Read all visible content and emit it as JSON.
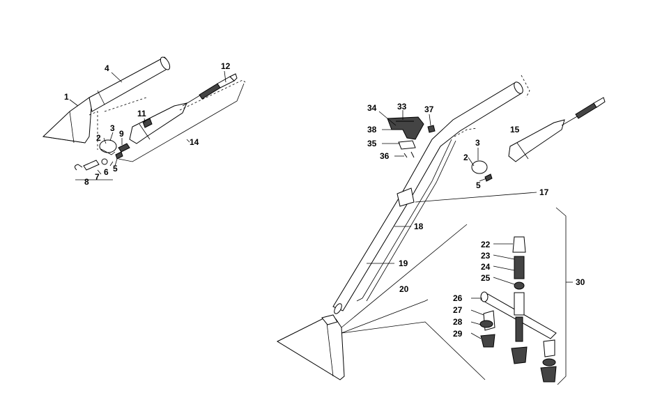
{
  "labels": {
    "l1": "1",
    "l2a": "2",
    "l2b": "2",
    "l3a": "3",
    "l3b": "3",
    "l4": "4",
    "l5a": "5",
    "l5b": "5",
    "l6": "6",
    "l7": "7",
    "l8": "8",
    "l9": "9",
    "l11": "11",
    "l12": "12",
    "l14": "14",
    "l15": "15",
    "l17": "17",
    "l18": "18",
    "l19": "19",
    "l20": "20",
    "l22": "22",
    "l23": "23",
    "l24": "24",
    "l25": "25",
    "l26": "26",
    "l27": "27",
    "l28": "28",
    "l29": "29",
    "l30": "30",
    "l33": "33",
    "l34": "34",
    "l35": "35",
    "l36": "36",
    "l37": "37",
    "l38": "38"
  }
}
